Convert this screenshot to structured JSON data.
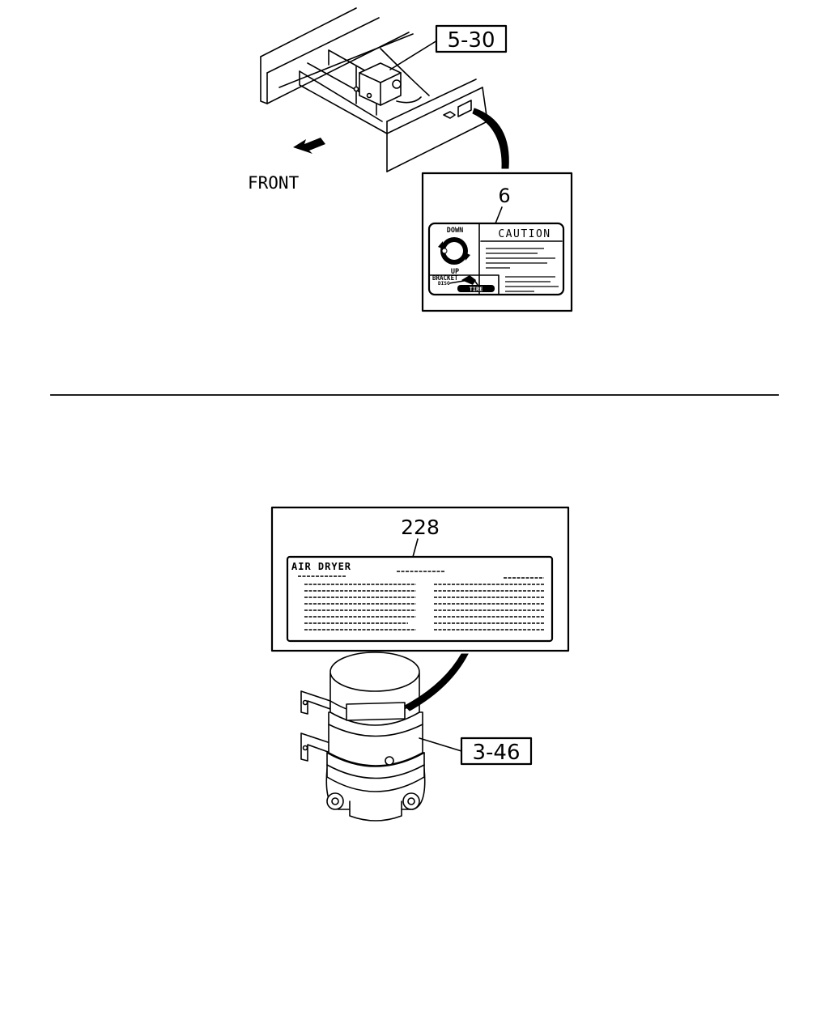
{
  "top_figure": {
    "ref_label": "5-30",
    "direction_label": "FRONT",
    "item_number": "6",
    "decal": {
      "down_label": "DOWN",
      "up_label": "UP",
      "bracket_label": "BRACKET",
      "tire_label": "TIRE",
      "caution_label": "CAUTION"
    }
  },
  "bottom_figure": {
    "item_number": "228",
    "decal_title": "AIR DRYER",
    "ref_label": "3-46"
  }
}
